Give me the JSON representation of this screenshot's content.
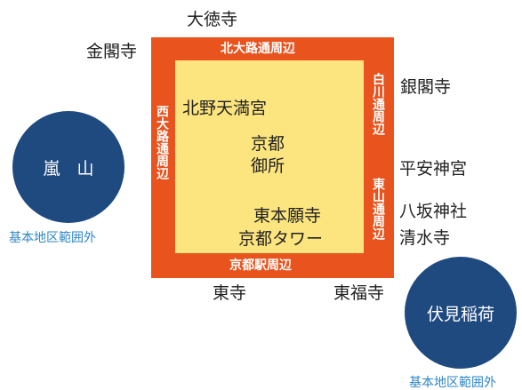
{
  "outer_labels": {
    "daitokuji": "大徳寺",
    "kinkakuji": "金閣寺",
    "ginkakuji": "銀閣寺",
    "heian_jingu": "平安神宮",
    "yasaka_jinja": "八坂神社",
    "kiyomizudera": "清水寺",
    "toji": "東寺",
    "tofukuji": "東福寺"
  },
  "area_bands": {
    "north": "北大路通周辺",
    "south": "京都駅周辺",
    "west": "西大路通周辺",
    "east_upper": "白川通周辺",
    "east_lower": "東山通周辺"
  },
  "inner_labels": {
    "kitano": "北野天満宮",
    "gosho_line1": "京都",
    "gosho_line2": "御所",
    "higashi_honganji": "東本願寺",
    "kyoto_tower": "京都タワー"
  },
  "outside_areas": [
    {
      "name": "嵐　山",
      "note": "基本地区範囲外"
    },
    {
      "name": "伏見稲荷",
      "note": "基本地区範囲外"
    }
  ],
  "colors": {
    "frame": "#e8531e",
    "inner": "#fce57f",
    "circle": "#1f4a80",
    "note": "#2f86c6"
  }
}
